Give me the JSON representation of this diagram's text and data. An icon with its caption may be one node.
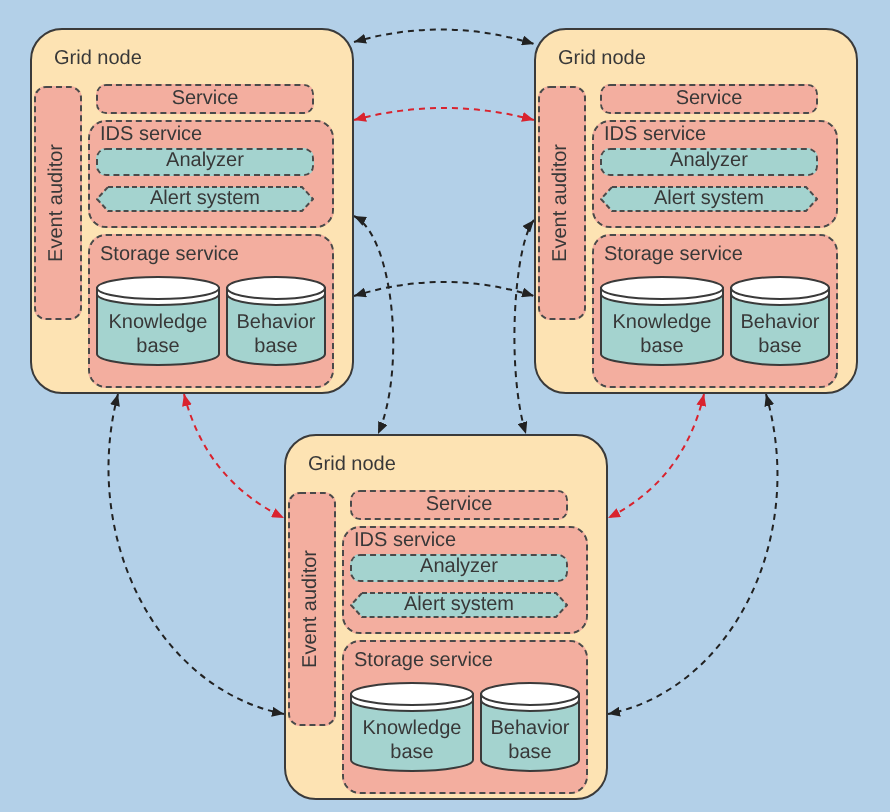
{
  "diagram": {
    "nodes": [
      {
        "text": [
          "Grid node"
        ]
      },
      {
        "text": [
          "Event auditor"
        ],
        "in": 0
      },
      {
        "text": [
          "Service"
        ],
        "in": 0
      },
      {
        "text": [
          "IDS service"
        ],
        "in": 0
      },
      {
        "text": [
          "Analyzer"
        ],
        "in": 3
      },
      {
        "text": [
          "Alert system"
        ],
        "in": 3
      },
      {
        "text": [
          "Storage service"
        ],
        "in": 0
      },
      {
        "text": [
          "Knowledge base"
        ],
        "in": 6
      },
      {
        "text": [
          "Behavior base"
        ],
        "in": 6
      },
      {
        "text": [
          "Grid node"
        ]
      },
      {
        "text": [
          "Event auditor"
        ],
        "in": 9
      },
      {
        "text": [
          "Service"
        ],
        "in": 9
      },
      {
        "text": [
          "IDS service"
        ],
        "in": 9
      },
      {
        "text": [
          "Analyzer"
        ],
        "in": 12
      },
      {
        "text": [
          "Alert system"
        ],
        "in": 12
      },
      {
        "text": [
          "Storage service"
        ],
        "in": 9
      },
      {
        "text": [
          "Knowledge base"
        ],
        "in": 15
      },
      {
        "text": [
          "Behavior base"
        ],
        "in": 15
      },
      {
        "text": [
          "Grid node"
        ]
      },
      {
        "text": [
          "Event auditor"
        ],
        "in": 18
      },
      {
        "text": [
          "Service"
        ],
        "in": 18
      },
      {
        "text": [
          "IDS service"
        ],
        "in": 18
      },
      {
        "text": [
          "Analyzer"
        ],
        "in": 21
      },
      {
        "text": [
          "Alert system"
        ],
        "in": 21
      },
      {
        "text": [
          "Storage service"
        ],
        "in": 18
      },
      {
        "text": [
          "Knowledge base"
        ],
        "in": 24
      },
      {
        "text": [
          "Behavior base"
        ],
        "in": 24
      }
    ],
    "edges": [
      {
        "from": 0,
        "to": 9,
        "arrow": "both",
        "style": "dashed"
      },
      {
        "from": 0,
        "to": 9,
        "arrow": "both",
        "style": "dashed",
        "color": "#d9232e"
      },
      {
        "from": 0,
        "to": 9,
        "arrow": "both",
        "style": "dashed"
      },
      {
        "from": 0,
        "to": 18,
        "arrow": "both",
        "style": "dashed"
      },
      {
        "from": 9,
        "to": 18,
        "arrow": "both",
        "style": "dashed"
      },
      {
        "from": 0,
        "to": 18,
        "arrow": "both",
        "style": "dashed",
        "color": "#d9232e"
      },
      {
        "from": 9,
        "to": 18,
        "arrow": "both",
        "style": "dashed",
        "color": "#d9232e"
      },
      {
        "from": 0,
        "to": 18,
        "arrow": "both",
        "style": "dashed"
      },
      {
        "from": 9,
        "to": 18,
        "arrow": "both",
        "style": "dashed"
      }
    ]
  }
}
